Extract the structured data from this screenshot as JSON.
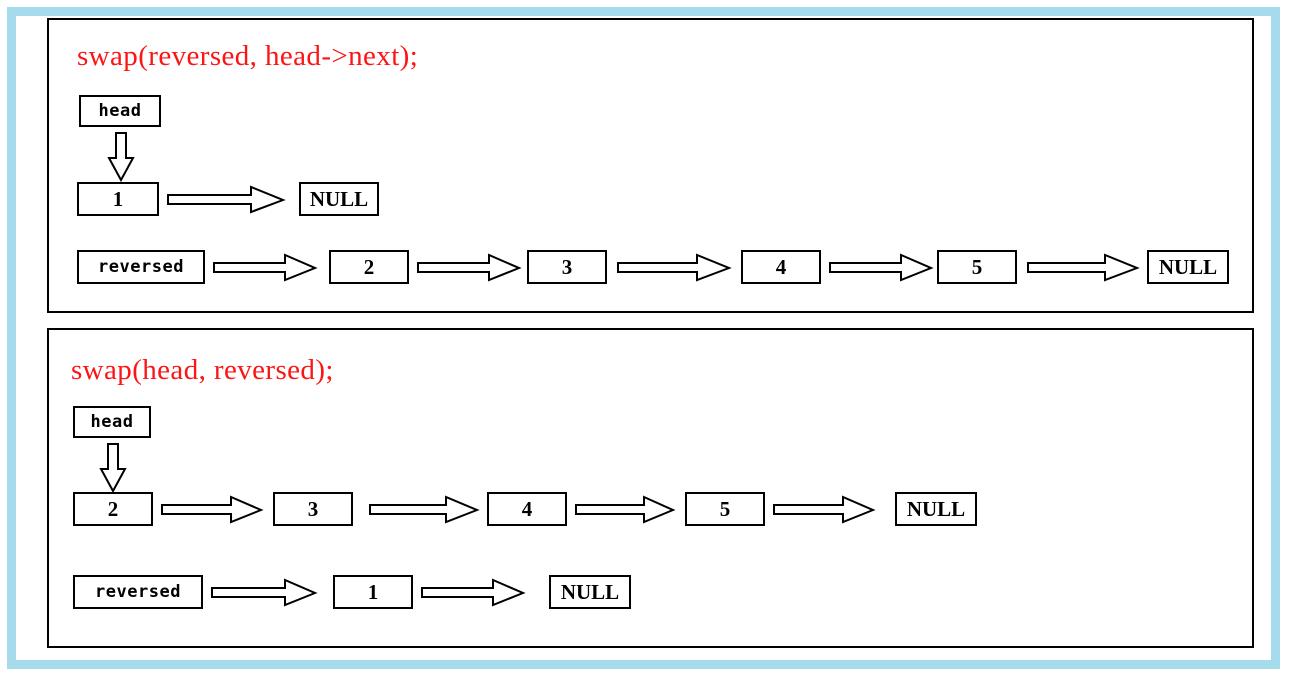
{
  "theme": {
    "frame_color": "#a5dbeb",
    "code_color": "#fb1515",
    "stroke_color": "#000000",
    "background": "#ffffff"
  },
  "panels": [
    {
      "caption": "swap(reversed, head->next);",
      "pointer_label": "head",
      "rows": [
        {
          "kind": "list",
          "nodes": [
            "1",
            "NULL"
          ]
        },
        {
          "kind": "list",
          "nodes": [
            "reversed",
            "2",
            "3",
            "4",
            "5",
            "NULL"
          ]
        }
      ]
    },
    {
      "caption": "swap(head, reversed);",
      "pointer_label": "head",
      "rows": [
        {
          "kind": "list",
          "nodes": [
            "2",
            "3",
            "4",
            "5",
            "NULL"
          ]
        },
        {
          "kind": "list",
          "nodes": [
            "reversed",
            "1",
            "NULL"
          ]
        }
      ]
    }
  ],
  "labels": {
    "p0_caption": "swap(reversed, head->next);",
    "p0_head": "head",
    "p0_r1_n1": "1",
    "p0_r1_null": "NULL",
    "p0_r2_reversed": "reversed",
    "p0_r2_n2": "2",
    "p0_r2_n3": "3",
    "p0_r2_n4": "4",
    "p0_r2_n5": "5",
    "p0_r2_null": "NULL",
    "p1_caption": "swap(head, reversed);",
    "p1_head": "head",
    "p1_r1_n2": "2",
    "p1_r1_n3": "3",
    "p1_r1_n4": "4",
    "p1_r1_n5": "5",
    "p1_r1_null": "NULL",
    "p1_r2_reversed": "reversed",
    "p1_r2_n1": "1",
    "p1_r2_null": "NULL"
  }
}
